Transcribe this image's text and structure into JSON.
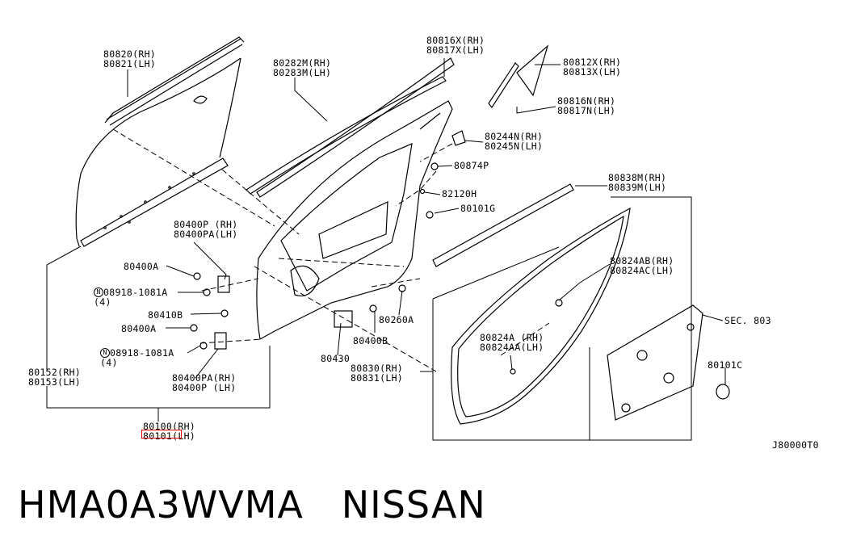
{
  "labels": {
    "l80820": "80820(RH)\n80821(LH)",
    "l80282": "80282M(RH)\n80283M(LH)",
    "l80816x": "80816X(RH)\n80817X(LH)",
    "l80812x": "80812X(RH)\n80813X(LH)",
    "l80816n": "80816N(RH)\n80817N(LH)",
    "l80244": "80244N(RH)\n80245N(LH)",
    "l80874": "80874P",
    "l82120": "82120H",
    "l80101g": "80101G",
    "l80838": "80838M(RH)\n80839M(LH)",
    "l80400p": "80400P (RH)\n80400PA(LH)",
    "l80400a1": "80400A",
    "l08918a": "08918-1081A\n(4)",
    "l80410b": "80410B",
    "l80400a2": "80400A",
    "l08918b": "08918-1081A\n(4)",
    "l80400pa": "80400PA(RH)\n80400P (LH)",
    "l80152": "80152(RH)\n80153(LH)",
    "l80100": "80100(RH)",
    "l80101": "80101(LH)",
    "l80824ab": "80824AB(RH)\n80824AC(LH)",
    "l80824a": "80824A (RH)\n80824AA(LH)",
    "l80260": "80260A",
    "l80400b": "80400B",
    "l80430": "80430",
    "l80830": "80830(RH)\n80831(LH)",
    "lsec": "SEC. 803",
    "l80101c": "80101C",
    "lcode": "J80000T0"
  },
  "caption": "HMA0A3WVMA   NISSAN",
  "colors": {
    "highlight": "#e60000",
    "ink": "#000000"
  }
}
